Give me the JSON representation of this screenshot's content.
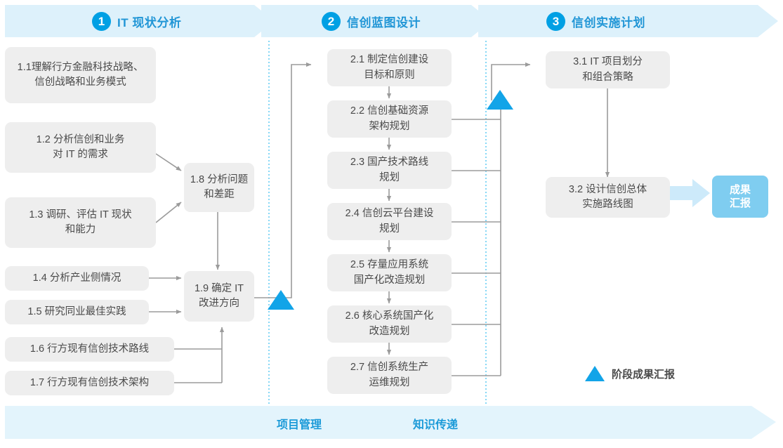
{
  "header": {
    "phases": [
      {
        "number": "1",
        "title": "IT 现状分析"
      },
      {
        "number": "2",
        "title": "信创蓝图设计"
      },
      {
        "number": "3",
        "title": "信创实施计划"
      }
    ],
    "band_color": "#ddf1fb",
    "accent_color": "#00a0e4",
    "title_color": "#2196d6"
  },
  "phase1": {
    "boxes": [
      {
        "id": "1.1",
        "line1": "1.1理解行方金融科技战略、",
        "line2": "信创战略和业务模式"
      },
      {
        "id": "1.2",
        "line1": "1.2 分析信创和业务",
        "line2": "对 IT 的需求"
      },
      {
        "id": "1.3",
        "line1": "1.3 调研、评估 IT 现状",
        "line2": "和能力"
      },
      {
        "id": "1.4",
        "line1": "1.4 分析产业侧情况",
        "line2": ""
      },
      {
        "id": "1.5",
        "line1": "1.5 研究同业最佳实践",
        "line2": ""
      },
      {
        "id": "1.6",
        "line1": "1.6 行方现有信创技术路线",
        "line2": ""
      },
      {
        "id": "1.7",
        "line1": "1.7 行方现有信创技术架构",
        "line2": ""
      },
      {
        "id": "1.8",
        "line1": "1.8 分析问题",
        "line2": "和差距"
      },
      {
        "id": "1.9",
        "line1": "1.9 确定 IT",
        "line2": "改进方向"
      }
    ]
  },
  "phase2": {
    "boxes": [
      {
        "id": "2.1",
        "line1": "2.1 制定信创建设",
        "line2": "目标和原则"
      },
      {
        "id": "2.2",
        "line1": "2.2 信创基础资源",
        "line2": "架构规划"
      },
      {
        "id": "2.3",
        "line1": "2.3 国产技术路线",
        "line2": "规划"
      },
      {
        "id": "2.4",
        "line1": "2.4 信创云平台建设",
        "line2": "规划"
      },
      {
        "id": "2.5",
        "line1": "2.5 存量应用系统",
        "line2": "国产化改造规划"
      },
      {
        "id": "2.6",
        "line1": "2.6 核心系统国产化",
        "line2": "改造规划"
      },
      {
        "id": "2.7",
        "line1": "2.7 信创系统生产",
        "line2": "运维规划"
      }
    ]
  },
  "phase3": {
    "boxes": [
      {
        "id": "3.1",
        "line1": "3.1 IT 项目划分",
        "line2": "和组合策略"
      },
      {
        "id": "3.2",
        "line1": "3.2 设计信创总体",
        "line2": "实施路线图"
      }
    ],
    "deliverable": {
      "line1": "成果",
      "line2": "汇报",
      "color": "#7fcdf0"
    }
  },
  "legend": {
    "marker_label": "阶段成果汇报",
    "marker_icon": "triangle-up-icon",
    "marker_color": "#12a4e8"
  },
  "bottom_band": {
    "labels": [
      "项目管理",
      "知识传递"
    ],
    "band_color": "#e3f4fc",
    "text_color": "#1b9ad8"
  },
  "style": {
    "box_fill": "#eeeeee",
    "box_text": "#4a4a4a",
    "connector": "#9b9b9b",
    "divider": "#35bdf0"
  }
}
